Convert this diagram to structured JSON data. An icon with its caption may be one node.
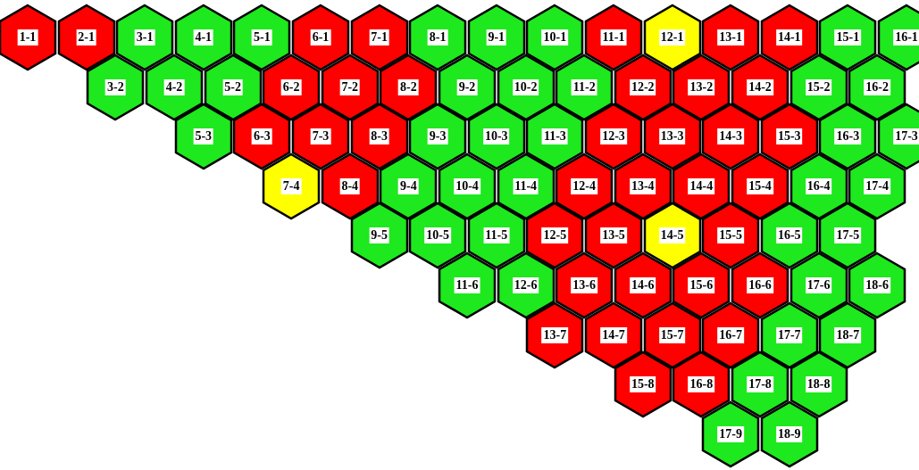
{
  "diagram": {
    "nodes": [
      {
        "text": [
          "1-1"
        ]
      },
      {
        "text": [
          "2-1"
        ]
      },
      {
        "text": [
          "3-1"
        ]
      },
      {
        "text": [
          "4-1"
        ]
      },
      {
        "text": [
          "5-1"
        ]
      },
      {
        "text": [
          "6-1"
        ]
      },
      {
        "text": [
          "7-1"
        ]
      },
      {
        "text": [
          "8-1"
        ]
      },
      {
        "text": [
          "9-1"
        ]
      },
      {
        "text": [
          "10-1"
        ]
      },
      {
        "text": [
          "11-1"
        ]
      },
      {
        "text": [
          "12-1"
        ]
      },
      {
        "text": [
          "13-1"
        ]
      },
      {
        "text": [
          "14-1"
        ]
      },
      {
        "text": [
          "15-1"
        ]
      },
      {
        "text": [
          "16-1"
        ]
      },
      {
        "text": [
          "3-2"
        ]
      },
      {
        "text": [
          "4-2"
        ]
      },
      {
        "text": [
          "5-2"
        ]
      },
      {
        "text": [
          "6-2"
        ]
      },
      {
        "text": [
          "7-2"
        ]
      },
      {
        "text": [
          "8-2"
        ]
      },
      {
        "text": [
          "9-2"
        ]
      },
      {
        "text": [
          "10-2"
        ]
      },
      {
        "text": [
          "11-2"
        ]
      },
      {
        "text": [
          "12-2"
        ]
      },
      {
        "text": [
          "13-2"
        ]
      },
      {
        "text": [
          "14-2"
        ]
      },
      {
        "text": [
          "15-2"
        ]
      },
      {
        "text": [
          "16-2"
        ]
      },
      {
        "text": [
          "5-3"
        ]
      },
      {
        "text": [
          "6-3"
        ]
      },
      {
        "text": [
          "7-3"
        ]
      },
      {
        "text": [
          "8-3"
        ]
      },
      {
        "text": [
          "9-3"
        ]
      },
      {
        "text": [
          "10-3"
        ]
      },
      {
        "text": [
          "11-3"
        ]
      },
      {
        "text": [
          "12-3"
        ]
      },
      {
        "text": [
          "13-3"
        ]
      },
      {
        "text": [
          "14-3"
        ]
      },
      {
        "text": [
          "15-3"
        ]
      },
      {
        "text": [
          "16-3"
        ]
      },
      {
        "text": [
          "17-3"
        ]
      },
      {
        "text": [
          "7-4"
        ]
      },
      {
        "text": [
          "8-4"
        ]
      },
      {
        "text": [
          "9-4"
        ]
      },
      {
        "text": [
          "10-4"
        ]
      },
      {
        "text": [
          "11-4"
        ]
      },
      {
        "text": [
          "12-4"
        ]
      },
      {
        "text": [
          "13-4"
        ]
      },
      {
        "text": [
          "14-4"
        ]
      },
      {
        "text": [
          "15-4"
        ]
      },
      {
        "text": [
          "16-4"
        ]
      },
      {
        "text": [
          "17-4"
        ]
      },
      {
        "text": [
          "9-5"
        ]
      },
      {
        "text": [
          "10-5"
        ]
      },
      {
        "text": [
          "11-5"
        ]
      },
      {
        "text": [
          "12-5"
        ]
      },
      {
        "text": [
          "13-5"
        ]
      },
      {
        "text": [
          "14-5"
        ]
      },
      {
        "text": [
          "15-5"
        ]
      },
      {
        "text": [
          "16-5"
        ]
      },
      {
        "text": [
          "17-5"
        ]
      },
      {
        "text": [
          "11-6"
        ]
      },
      {
        "text": [
          "12-6"
        ]
      },
      {
        "text": [
          "13-6"
        ]
      },
      {
        "text": [
          "14-6"
        ]
      },
      {
        "text": [
          "15-6"
        ]
      },
      {
        "text": [
          "16-6"
        ]
      },
      {
        "text": [
          "17-6"
        ]
      },
      {
        "text": [
          "18-6"
        ]
      },
      {
        "text": [
          "13-7"
        ]
      },
      {
        "text": [
          "14-7"
        ]
      },
      {
        "text": [
          "15-7"
        ]
      },
      {
        "text": [
          "16-7"
        ]
      },
      {
        "text": [
          "17-7"
        ]
      },
      {
        "text": [
          "18-7"
        ]
      },
      {
        "text": [
          "15-8"
        ]
      },
      {
        "text": [
          "16-8"
        ]
      },
      {
        "text": [
          "17-8"
        ]
      },
      {
        "text": [
          "18-8"
        ]
      },
      {
        "text": [
          "17-9"
        ]
      },
      {
        "text": [
          "18-9"
        ]
      }
    ]
  }
}
